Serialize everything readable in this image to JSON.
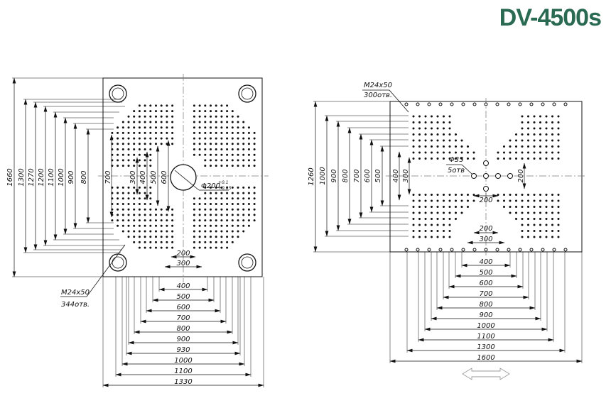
{
  "title": "DV-4500s",
  "colors": {
    "title": "#2a6a52",
    "line": "#111111",
    "center": "#777777"
  },
  "left_plate": {
    "vertical_dims": [
      "1660",
      "1300",
      "1270",
      "1200",
      "1100",
      "1000",
      "900",
      "800"
    ],
    "inner_vertical_dims": [
      "700",
      "300",
      "400",
      "500",
      "600"
    ],
    "horizontal_dims": [
      "400",
      "500",
      "600",
      "700",
      "800",
      "900",
      "930",
      "1000",
      "1100",
      "1330"
    ],
    "inner_horizontal_dims": [
      "200",
      "300"
    ],
    "center_hole": {
      "label": "Φ200",
      "tol_upper": "+0.1",
      "tol_lower": "+0.15"
    },
    "thread_label": "M24x50",
    "thread_count": "344отв."
  },
  "right_plate": {
    "vertical_dims": [
      "1260",
      "1000",
      "900",
      "800",
      "700",
      "600",
      "500"
    ],
    "inner_vertical_dims": [
      "400",
      "300"
    ],
    "horizontal_dims": [
      "400",
      "500",
      "600",
      "700",
      "800",
      "900",
      "1000",
      "1100",
      "1300",
      "1600"
    ],
    "inner_horizontal_dims": [
      "200",
      "300"
    ],
    "side_dim": "200",
    "center_hole_dim": "200",
    "small_hole": {
      "label": "Φ35",
      "count": "5отв"
    },
    "thread_label": "M24x50",
    "thread_count": "300отв."
  }
}
